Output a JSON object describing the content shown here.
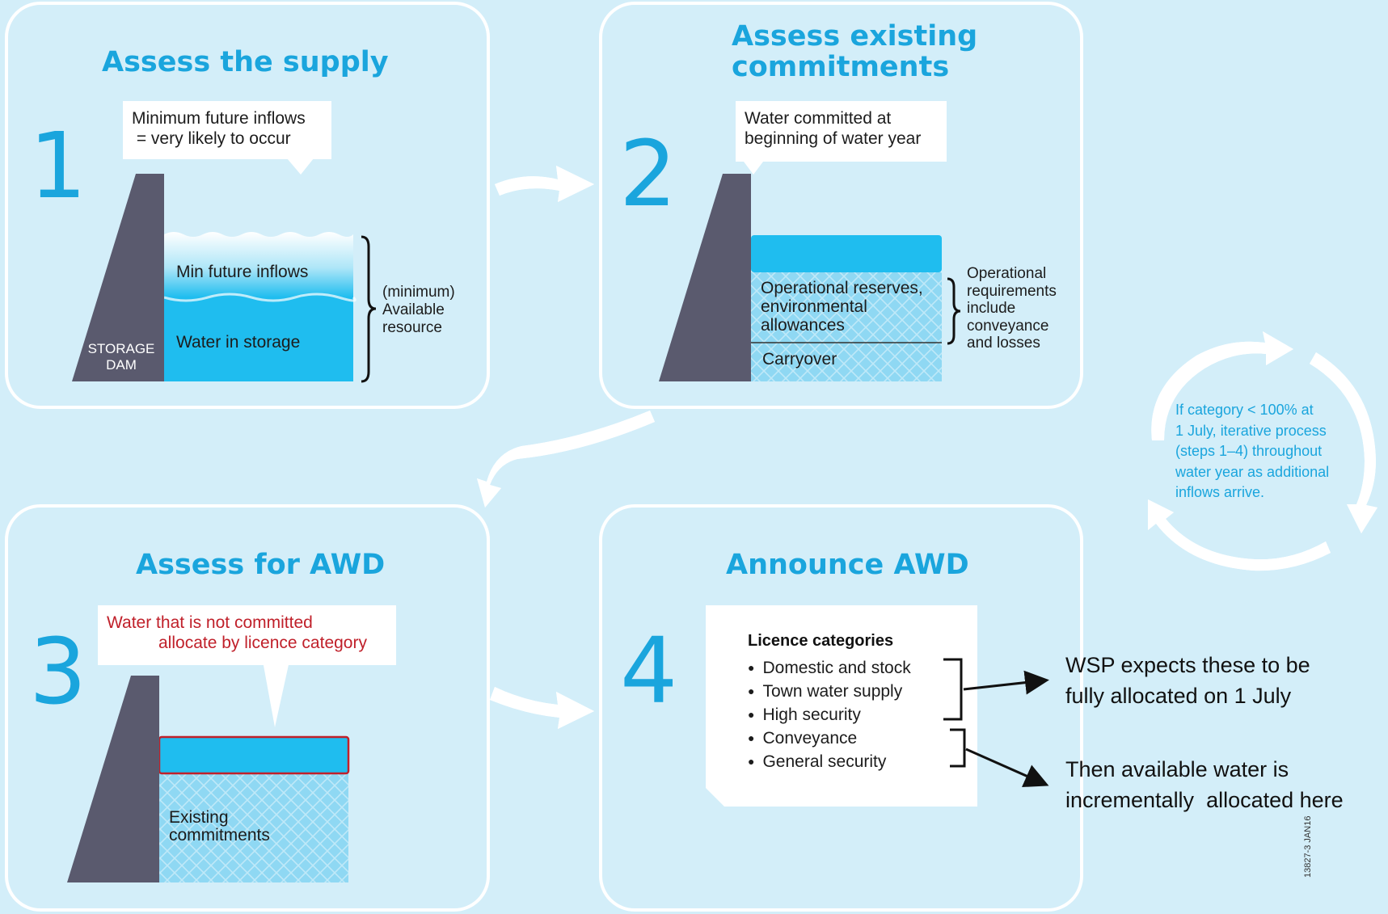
{
  "step1": {
    "number": "1",
    "title": "Assess the supply",
    "callout_line1": "Minimum future inflows",
    "callout_line2": " = very likely to occur",
    "dam_label_line1": "STORAGE",
    "dam_label_line2": "DAM",
    "layer_top": "Min future inflows",
    "layer_bottom": "Water in storage",
    "brace_line1": "(minimum)",
    "brace_line2": "Available",
    "brace_line3": "resource"
  },
  "step2": {
    "number": "2",
    "title_line1": "Assess existing",
    "title_line2": "commitments",
    "callout_line1": "Water committed at",
    "callout_line2": "beginning of water year",
    "reserves_line1": "Operational reserves,",
    "reserves_line2": "environmental",
    "reserves_line3": "allowances",
    "carryover": "Carryover",
    "brace_line1": "Operational",
    "brace_line2": "requirements",
    "brace_line3": "include",
    "brace_line4": "conveyance",
    "brace_line5": "and losses"
  },
  "step3": {
    "number": "3",
    "title": "Assess for AWD",
    "callout_line1": "Water that is not committed",
    "callout_line2": "allocate by licence category",
    "existing_line1": "Existing",
    "existing_line2": "commitments"
  },
  "step4": {
    "number": "4",
    "title": "Announce AWD",
    "licence_heading": "Licence categories",
    "licence_items": [
      "Domestic and stock",
      "Town water supply",
      "High security",
      "Conveyance",
      "General security"
    ]
  },
  "cycle": {
    "line1": "If category < 100% at",
    "line2": "1 July, iterative process",
    "line3": "(steps 1–4) throughout",
    "line4": "water year as additional",
    "line5": "inflows arrive."
  },
  "annotations": {
    "upper_line1": "WSP expects these to be",
    "upper_line2": "fully allocated on 1 July",
    "lower_line1": "Then available water is",
    "lower_line2": "incrementally  allocated here"
  },
  "figure_code": "13827-3  JAN16",
  "colors": {
    "background": "#d3eef9",
    "accent_blue": "#1aa5dd",
    "water_blue": "#1fbdef",
    "dam_grey": "#5a5a6e",
    "callout_red": "#c0202a"
  }
}
